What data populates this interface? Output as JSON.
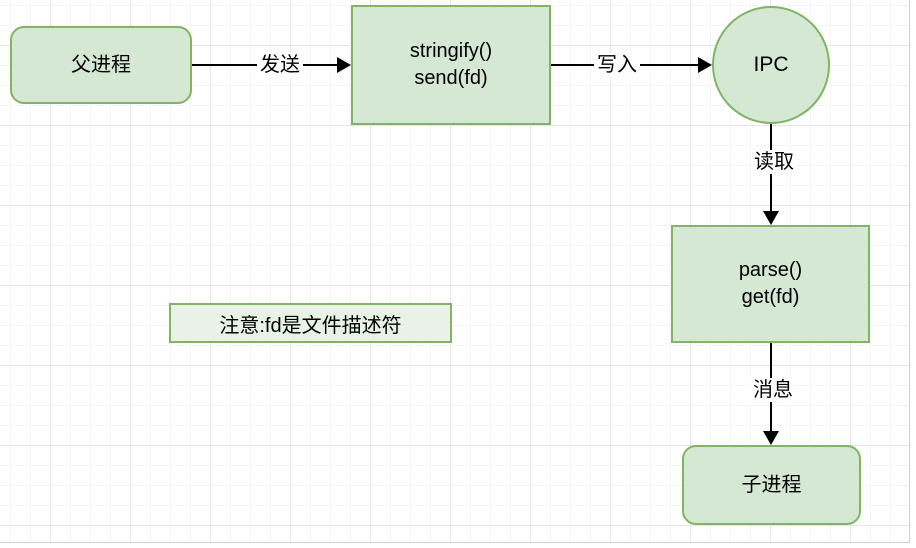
{
  "palette": {
    "node_fill": "#d5e8d4",
    "node_stroke": "#82b366",
    "note_fill": "#e9f3e5",
    "line_color": "#000000",
    "grid_minor": "#f5f5f5",
    "grid_major": "#e6e6e6",
    "page_edge": "#d0d0d0"
  },
  "nodes": {
    "parent": {
      "label": "父进程"
    },
    "stringify": {
      "line1": "stringify()",
      "line2": "send(fd)"
    },
    "ipc": {
      "label": "IPC"
    },
    "parse": {
      "line1": "parse()",
      "line2": "get(fd)"
    },
    "child": {
      "label": "子进程"
    }
  },
  "edges": {
    "send": {
      "label": "发送"
    },
    "write": {
      "label": "写入"
    },
    "read": {
      "label": "读取"
    },
    "message": {
      "label": "消息"
    }
  },
  "note": {
    "text": "注意:fd是文件描述符"
  }
}
